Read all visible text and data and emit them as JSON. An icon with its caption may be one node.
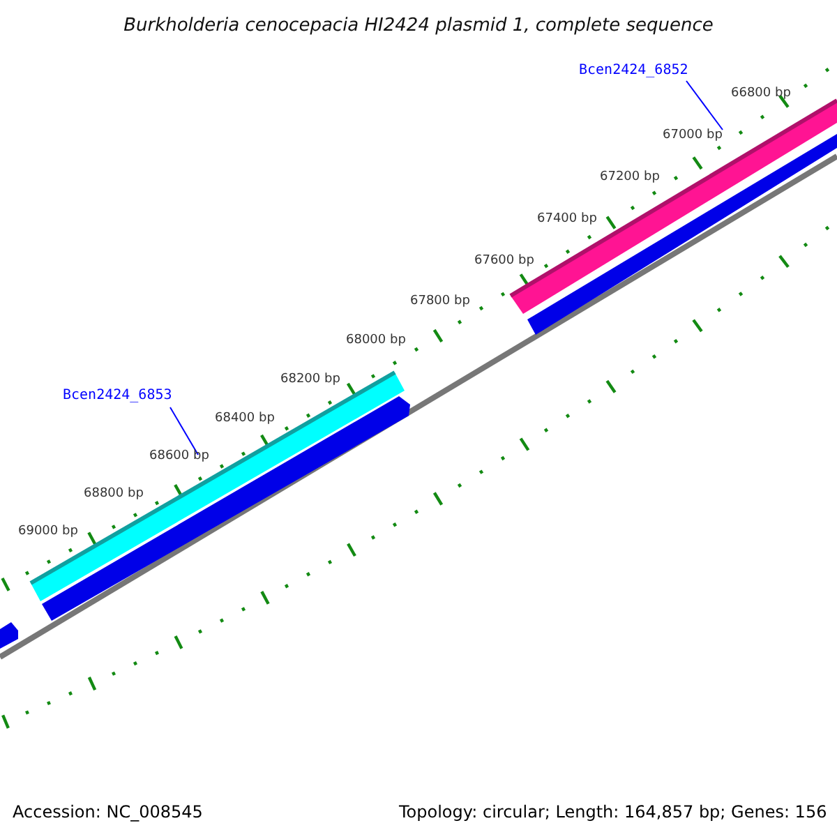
{
  "diagram": {
    "title": "Burkholderia cenocepacia HI2424 plasmid 1, complete sequence",
    "nodes": [
      {
        "text": [
          "Bcen2424_6852"
        ]
      },
      {
        "text": [],
        "shape": "bar"
      },
      {
        "text": [
          "Bcen2424_6853"
        ]
      },
      {
        "text": [],
        "shape": "bar"
      }
    ],
    "edges": [
      {
        "from": 0,
        "to": 1,
        "arrow": "none"
      },
      {
        "from": 2,
        "to": 3,
        "arrow": "none"
      }
    ],
    "labels": [
      "66800 bp",
      "67000 bp",
      "67200 bp",
      "67400 bp",
      "67600 bp",
      "67800 bp",
      "68000 bp",
      "68200 bp",
      "68400 bp",
      "68600 bp",
      "68800 bp",
      "69000 bp",
      "Accession: NC_008545",
      "Topology: circular; Length: 164,857 bp; Genes: 156"
    ]
  }
}
